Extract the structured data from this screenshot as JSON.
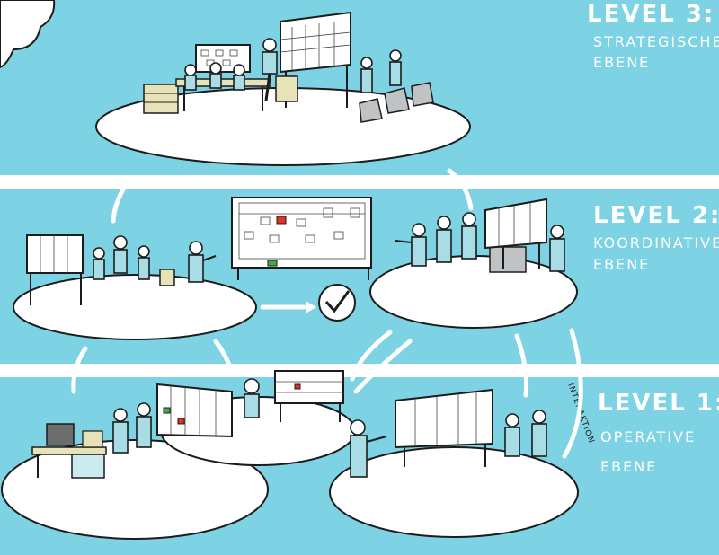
{
  "levels": [
    {
      "title": "LEVEL 3:",
      "subtitle_line1": "STRATEGISCHE",
      "subtitle_line2": "EBENE"
    },
    {
      "title": "LEVEL 2:",
      "subtitle_line1": "KOORDINATIVE",
      "subtitle_line2": "EBENE"
    },
    {
      "title": "LEVEL 1:",
      "subtitle_line1": "OPERATIVE",
      "subtitle_line2": "EBENE"
    }
  ],
  "annotations": {
    "interaction": "INTERAKTION"
  },
  "colors": {
    "band": "#7dd3e3",
    "separator": "#ffffff",
    "figure_fill": "#a9dde6",
    "card_red": "#e0312b",
    "card_green": "#3fae48"
  }
}
